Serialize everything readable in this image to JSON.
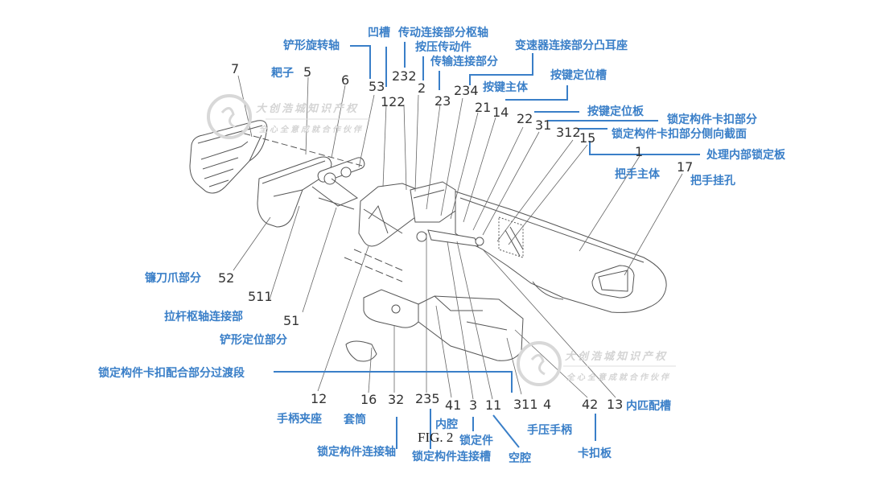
{
  "figure": {
    "caption": "FIG. 2",
    "watermark": {
      "line1": "大创浩城知识产权",
      "line2": "全心全意成就合作伙伴"
    },
    "colors": {
      "callout_blue": "#3a7fc8",
      "drawing_line": "#555555",
      "number_text": "#333333"
    }
  },
  "callouts": [
    {
      "id": "c53",
      "number": "53",
      "label": "铲形旋转轴"
    },
    {
      "id": "c122",
      "number": "122",
      "label": "凹槽"
    },
    {
      "id": "c232",
      "number": "232",
      "label": "传动连接部分枢轴"
    },
    {
      "id": "c2",
      "number": "2",
      "label": "按压传动件"
    },
    {
      "id": "c23",
      "number": "23",
      "label": "传输连接部分"
    },
    {
      "id": "c234",
      "number": "234",
      "label": "变速器连接部分凸耳座"
    },
    {
      "id": "c21",
      "number": "21",
      "label": "按键主体"
    },
    {
      "id": "c14",
      "number": "14",
      "label": "按键定位槽"
    },
    {
      "id": "c22",
      "number": "22",
      "label": "按键定位板"
    },
    {
      "id": "c31",
      "number": "31",
      "label": "锁定构件卡扣部分"
    },
    {
      "id": "c312",
      "number": "312",
      "label": "锁定构件卡扣部分侧向截面"
    },
    {
      "id": "c15",
      "number": "15",
      "label": "处理内部锁定板"
    },
    {
      "id": "c1",
      "number": "1",
      "label": "把手主体"
    },
    {
      "id": "c17",
      "number": "17",
      "label": "把手挂孔"
    },
    {
      "id": "c7",
      "number": "7",
      "label": ""
    },
    {
      "id": "c5",
      "number": "5",
      "label": "耙子"
    },
    {
      "id": "c6",
      "number": "6",
      "label": ""
    },
    {
      "id": "c52",
      "number": "52",
      "label": "镰刀爪部分"
    },
    {
      "id": "c511",
      "number": "511",
      "label": "拉杆枢轴连接部"
    },
    {
      "id": "c51",
      "number": "51",
      "label": "铲形定位部分"
    },
    {
      "id": "c12",
      "number": "12",
      "label": "手柄夹座"
    },
    {
      "id": "c16",
      "number": "16",
      "label": "套筒"
    },
    {
      "id": "c32",
      "number": "32",
      "label": "锁定构件连接轴"
    },
    {
      "id": "c235",
      "number": "235",
      "label": "锁定构件连接槽"
    },
    {
      "id": "c41",
      "number": "41",
      "label": "内腔"
    },
    {
      "id": "c3",
      "number": "3",
      "label": "锁定件"
    },
    {
      "id": "c11",
      "number": "11",
      "label": "空腔"
    },
    {
      "id": "c311",
      "number": "311",
      "label": "锁定构件卡扣配合部分过渡段"
    },
    {
      "id": "c4",
      "number": "4",
      "label": "手压手柄"
    },
    {
      "id": "c42",
      "number": "42",
      "label": "卡扣板"
    },
    {
      "id": "c13",
      "number": "13",
      "label": "内匹配槽"
    }
  ]
}
